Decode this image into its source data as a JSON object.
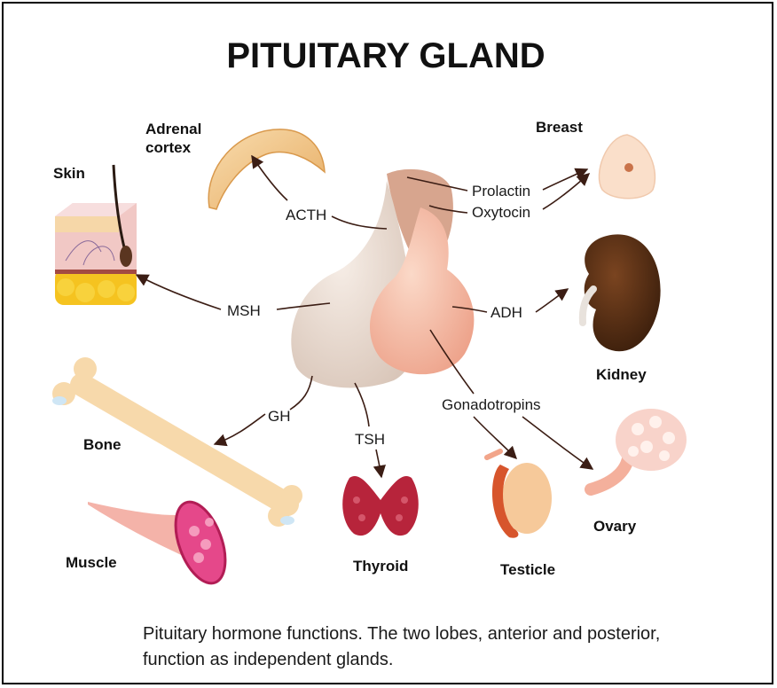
{
  "title": "PITUITARY GLAND",
  "organs": {
    "adrenal": [
      "Adrenal",
      "cortex"
    ],
    "skin": "Skin",
    "bone": "Bone",
    "muscle": "Muscle",
    "thyroid": "Thyroid",
    "testicle": "Testicle",
    "ovary": "Ovary",
    "kidney": "Kidney",
    "breast": "Breast"
  },
  "hormones": {
    "acth": "ACTH",
    "msh": "MSH",
    "gh": "GH",
    "tsh": "TSH",
    "gonadotropins": "Gonadotropins",
    "adh": "ADH",
    "prolactin": "Prolactin",
    "oxytocin": "Oxytocin"
  },
  "caption": "Pituitary hormone functions. The two lobes, anterior and posterior, function as independent glands."
}
